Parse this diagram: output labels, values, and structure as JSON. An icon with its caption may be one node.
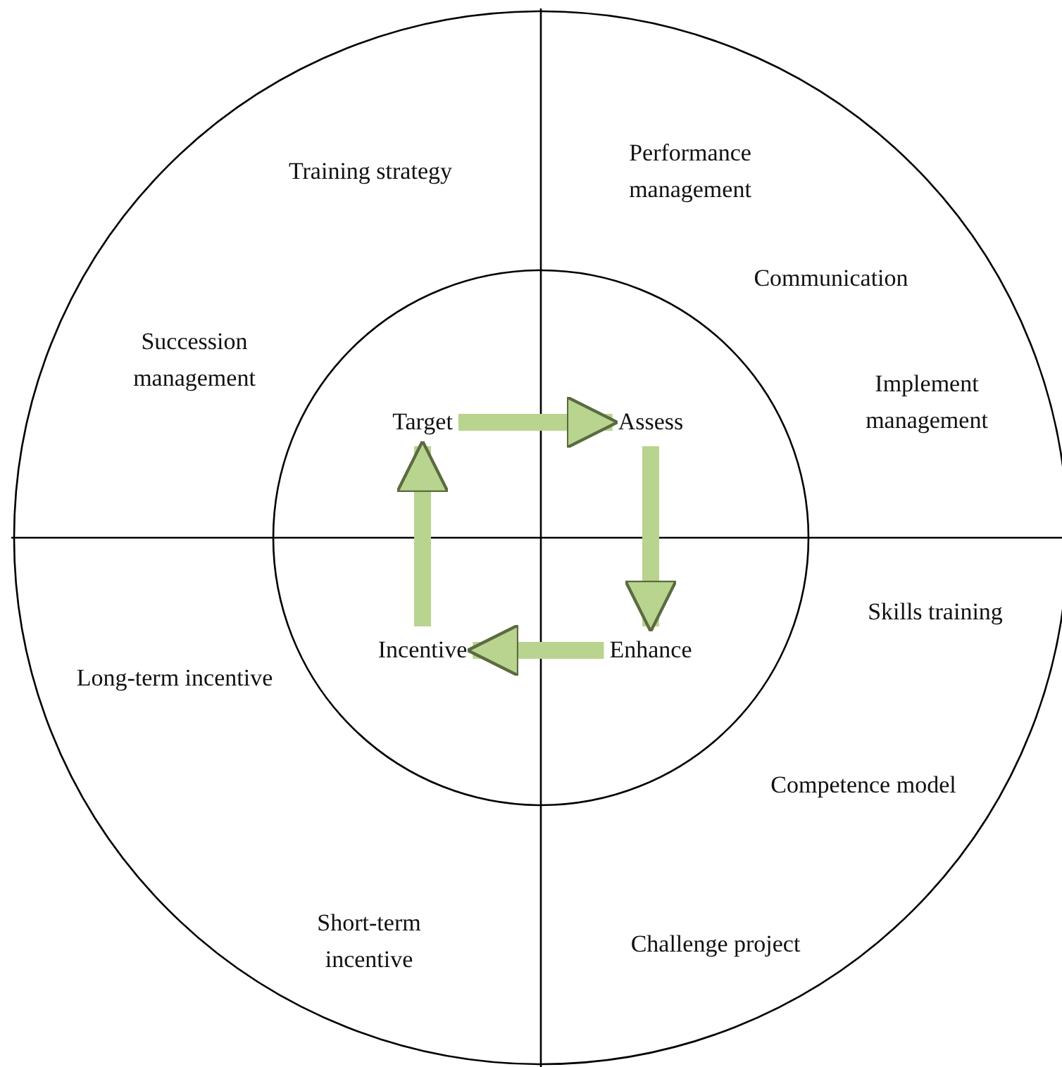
{
  "diagram": {
    "nodes": [
      {
        "text": [
          "Target"
        ]
      },
      {
        "text": [
          "Assess"
        ]
      },
      {
        "text": [
          "Enhance"
        ]
      },
      {
        "text": [
          "Incentive"
        ]
      }
    ],
    "edges": [
      {
        "from": 0,
        "to": 1,
        "arrow": "to"
      },
      {
        "from": 1,
        "to": 2,
        "arrow": "to"
      },
      {
        "from": 2,
        "to": 3,
        "arrow": "to"
      },
      {
        "from": 3,
        "to": 0,
        "arrow": "to"
      }
    ],
    "labels": [
      "Training strategy",
      "Performance management",
      "Communication",
      "Succession management",
      "Implement management",
      "Skills training",
      "Long-term incentive",
      "Competence model",
      "Short-term incentive",
      "Challenge project"
    ]
  }
}
